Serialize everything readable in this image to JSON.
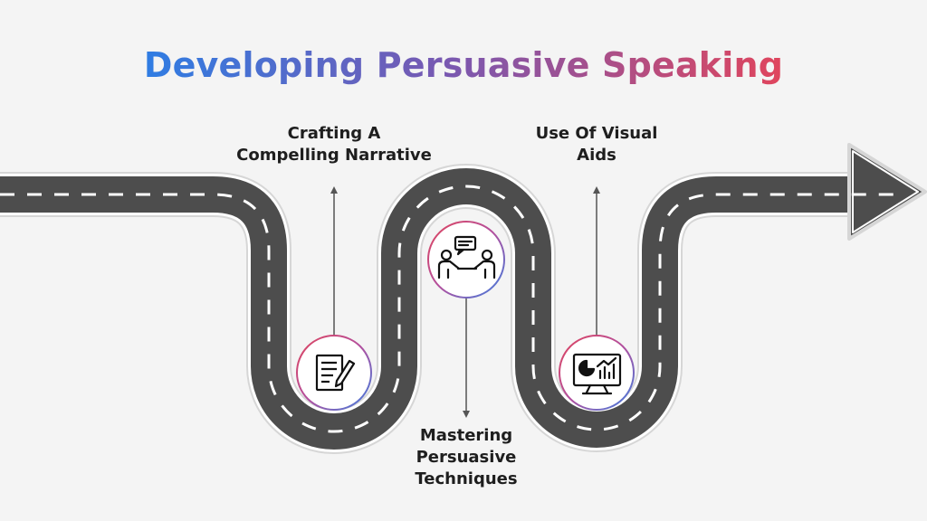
{
  "title": "Developing Persuasive Speaking",
  "steps": [
    {
      "lines": [
        "Crafting A",
        "Compelling Narrative"
      ],
      "icon": "document-pen-icon"
    },
    {
      "lines": [
        "Mastering",
        "Persuasive",
        "Techniques"
      ],
      "icon": "conversation-people-icon"
    },
    {
      "lines": [
        "Use Of Visual",
        "Aids"
      ],
      "icon": "monitor-chart-icon"
    }
  ],
  "colors": {
    "title_start": "#2f7de3",
    "title_mid": "#7a58b0",
    "title_end": "#e0455d",
    "road": "#4d4d4d",
    "road_border": "#ffffff",
    "lane": "#ffffff",
    "text": "#1e1e1e"
  }
}
